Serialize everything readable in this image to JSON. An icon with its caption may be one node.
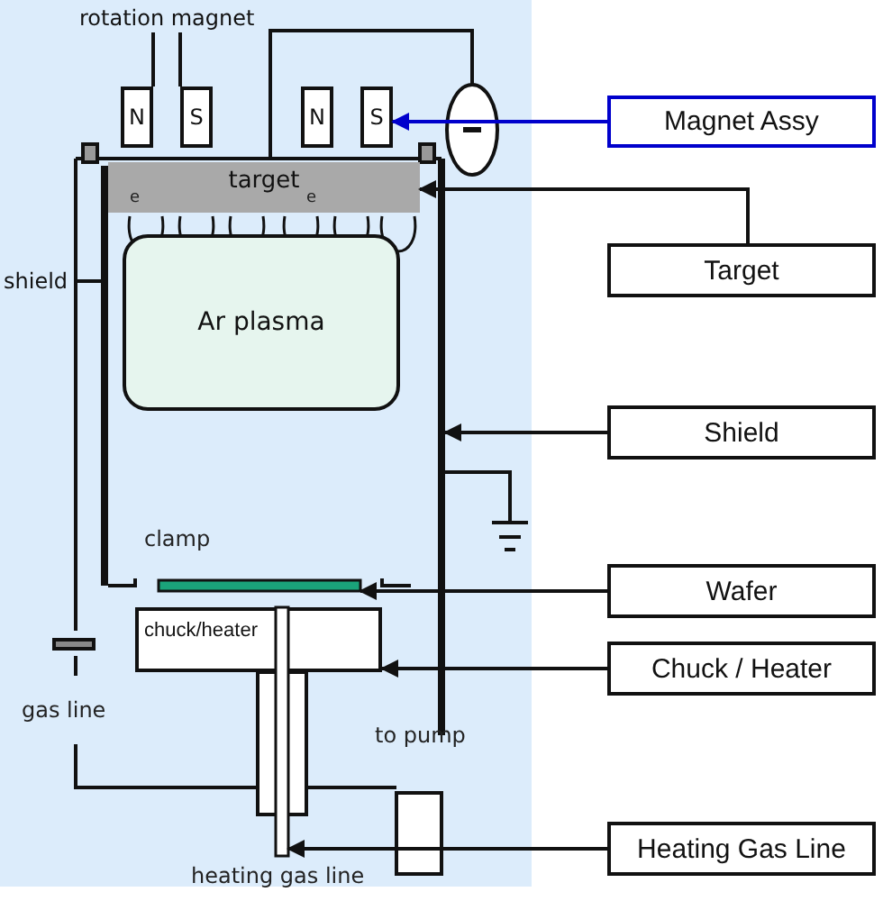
{
  "diagram": {
    "nodes": [
      {
        "text": [
          "rotation magnet"
        ]
      },
      {
        "text": [
          "N"
        ]
      },
      {
        "text": [
          "S"
        ]
      },
      {
        "text": [
          "N"
        ]
      },
      {
        "text": [
          "S"
        ]
      },
      {
        "text": [
          "Magnet Assy"
        ]
      },
      {
        "text": [
          "target"
        ]
      },
      {
        "text": [
          "Target"
        ]
      },
      {
        "text": [
          "shield"
        ]
      },
      {
        "text": [],
        "shape": "bar"
      },
      {
        "text": [
          "Ar plasma"
        ]
      },
      {
        "text": [],
        "shape": "bar"
      },
      {
        "text": [
          "Shield"
        ]
      },
      {
        "text": [],
        "shape": "bar"
      },
      {
        "text": [
          "Wafer"
        ]
      },
      {
        "text": [
          "chuck/heater"
        ]
      },
      {
        "text": [
          "Chuck / Heater"
        ]
      },
      {
        "text": [],
        "shape": "bar"
      },
      {
        "text": [
          "Heating Gas Line"
        ]
      }
    ],
    "edges": [
      {
        "from": 0,
        "to": 1,
        "arrow": "none"
      },
      {
        "from": 0,
        "to": 2,
        "arrow": "none"
      },
      {
        "from": 5,
        "to": 4,
        "arrow": "to",
        "color": "#0000cc"
      },
      {
        "from": 7,
        "to": 6,
        "arrow": "to"
      },
      {
        "from": 8,
        "to": 9,
        "arrow": "none"
      },
      {
        "from": 12,
        "to": 11,
        "arrow": "to"
      },
      {
        "from": 14,
        "to": 13,
        "arrow": "to"
      },
      {
        "from": 16,
        "to": 15,
        "arrow": "to"
      },
      {
        "from": 18,
        "to": 17,
        "arrow": "to"
      }
    ],
    "labels": [
      "e",
      "e",
      "clamp",
      "gas line",
      "to pump",
      "heating gas line"
    ]
  }
}
